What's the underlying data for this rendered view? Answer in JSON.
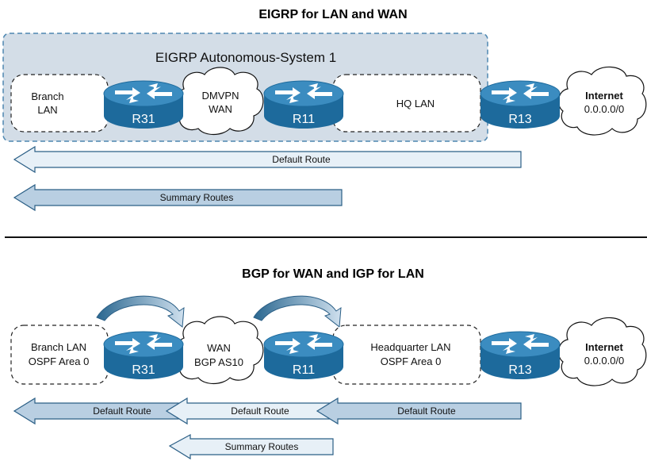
{
  "colors": {
    "router_blue": "#1d6a9c",
    "router_top": "#3487ba",
    "as_fill": "#d3dde7",
    "as_border": "#4e87b1",
    "arrow_fill_light": "#e7f0f7",
    "arrow_fill_dark": "#b9cfe2",
    "arrow_border": "#2b5f86"
  },
  "top": {
    "title": "EIGRP for LAN and WAN",
    "as_label": "EIGRP Autonomous-System 1",
    "branch_line1": "Branch",
    "branch_line2": "LAN",
    "router_r31": "R31",
    "wan_line1": "DMVPN",
    "wan_line2": "WAN",
    "router_r11": "R11",
    "hq": "HQ LAN",
    "router_r13": "R13",
    "internet_title": "Internet",
    "internet_net": "0.0.0.0/0",
    "default_route": "Default Route",
    "summary_routes": "Summary Routes"
  },
  "bottom": {
    "title": "BGP for WAN and IGP for LAN",
    "branch_line1": "Branch LAN",
    "branch_line2": "OSPF Area 0",
    "router_r31": "R31",
    "wan_line1": "WAN",
    "wan_line2": "BGP AS10",
    "router_r11": "R11",
    "hq_line1": "Headquarter LAN",
    "hq_line2": "OSPF Area 0",
    "router_r13": "R13",
    "internet_title": "Internet",
    "internet_net": "0.0.0.0/0",
    "default_route_1": "Default Route",
    "default_route_2": "Default Route",
    "default_route_3": "Default Route",
    "summary_routes": "Summary Routes"
  }
}
